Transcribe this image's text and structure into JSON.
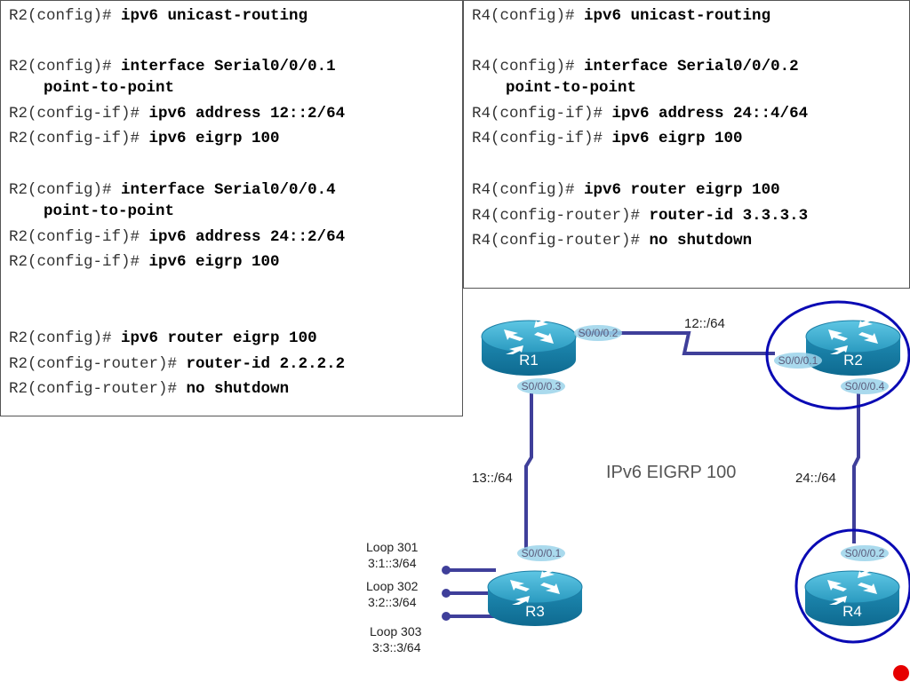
{
  "left_config": {
    "l1": {
      "prompt": "R2(config)# ",
      "cmd": "ipv6 unicast-routing"
    },
    "l2": {
      "prompt": "R2(config)# ",
      "cmd": "interface Serial0/0/0.1"
    },
    "l2b": {
      "cmd": "point-to-point"
    },
    "l3": {
      "prompt": "R2(config-if)# ",
      "cmd": "ipv6 address 12::2/64"
    },
    "l4": {
      "prompt": "R2(config-if)# ",
      "cmd": "ipv6 eigrp 100"
    },
    "l5": {
      "prompt": "R2(config)# ",
      "cmd": "interface Serial0/0/0.4"
    },
    "l5b": {
      "cmd": "point-to-point"
    },
    "l6": {
      "prompt": "R2(config-if)# ",
      "cmd": "ipv6 address 24::2/64"
    },
    "l7": {
      "prompt": "R2(config-if)# ",
      "cmd": "ipv6 eigrp 100"
    },
    "l8": {
      "prompt": "R2(config)# ",
      "cmd": "ipv6 router eigrp 100"
    },
    "l9": {
      "prompt": "R2(config-router)# ",
      "cmd": "router-id 2.2.2.2"
    },
    "l10": {
      "prompt": "R2(config-router)# ",
      "cmd": "no shutdown"
    }
  },
  "right_config": {
    "l1": {
      "prompt": "R4(config)# ",
      "cmd": "ipv6 unicast-routing"
    },
    "l2": {
      "prompt": "R4(config)# ",
      "cmd": "interface Serial0/0/0.2"
    },
    "l2b": {
      "cmd": "point-to-point"
    },
    "l3": {
      "prompt": "R4(config-if)# ",
      "cmd": "ipv6 address 24::4/64"
    },
    "l4": {
      "prompt": "R4(config-if)# ",
      "cmd": "ipv6 eigrp 100"
    },
    "l5": {
      "prompt": "R4(config)# ",
      "cmd": "ipv6 router eigrp 100"
    },
    "l6": {
      "prompt": "R4(config-router)# ",
      "cmd": "router-id 3.3.3.3"
    },
    "l7": {
      "prompt": "R4(config-router)# ",
      "cmd": "no shutdown"
    }
  },
  "diagram": {
    "title": "IPv6 EIGRP 100",
    "routers": {
      "r1": "R1",
      "r2": "R2",
      "r3": "R3",
      "r4": "R4"
    },
    "interfaces": {
      "r1_s002": "S0/0/0.2",
      "r1_s003": "S0/0/0.3",
      "r2_s001": "S0/0/0.1",
      "r2_s004": "S0/0/0.4",
      "r3_s001": "S0/0/0.1",
      "r4_s002": "S0/0/0.2"
    },
    "links": {
      "r1_r2": "12::/64",
      "r1_r3": "13::/64",
      "r2_r4": "24::/64"
    },
    "loopbacks": [
      {
        "name": "Loop 301",
        "addr": "3:1::3/64"
      },
      {
        "name": "Loop 302",
        "addr": "3:2::3/64"
      },
      {
        "name": "Loop 303",
        "addr": "3:3::3/64"
      }
    ],
    "colors": {
      "link": "#3f3f9a",
      "router": "#2aa0c4",
      "highlight": "#0a0ab4",
      "marker": "#e60000"
    }
  }
}
